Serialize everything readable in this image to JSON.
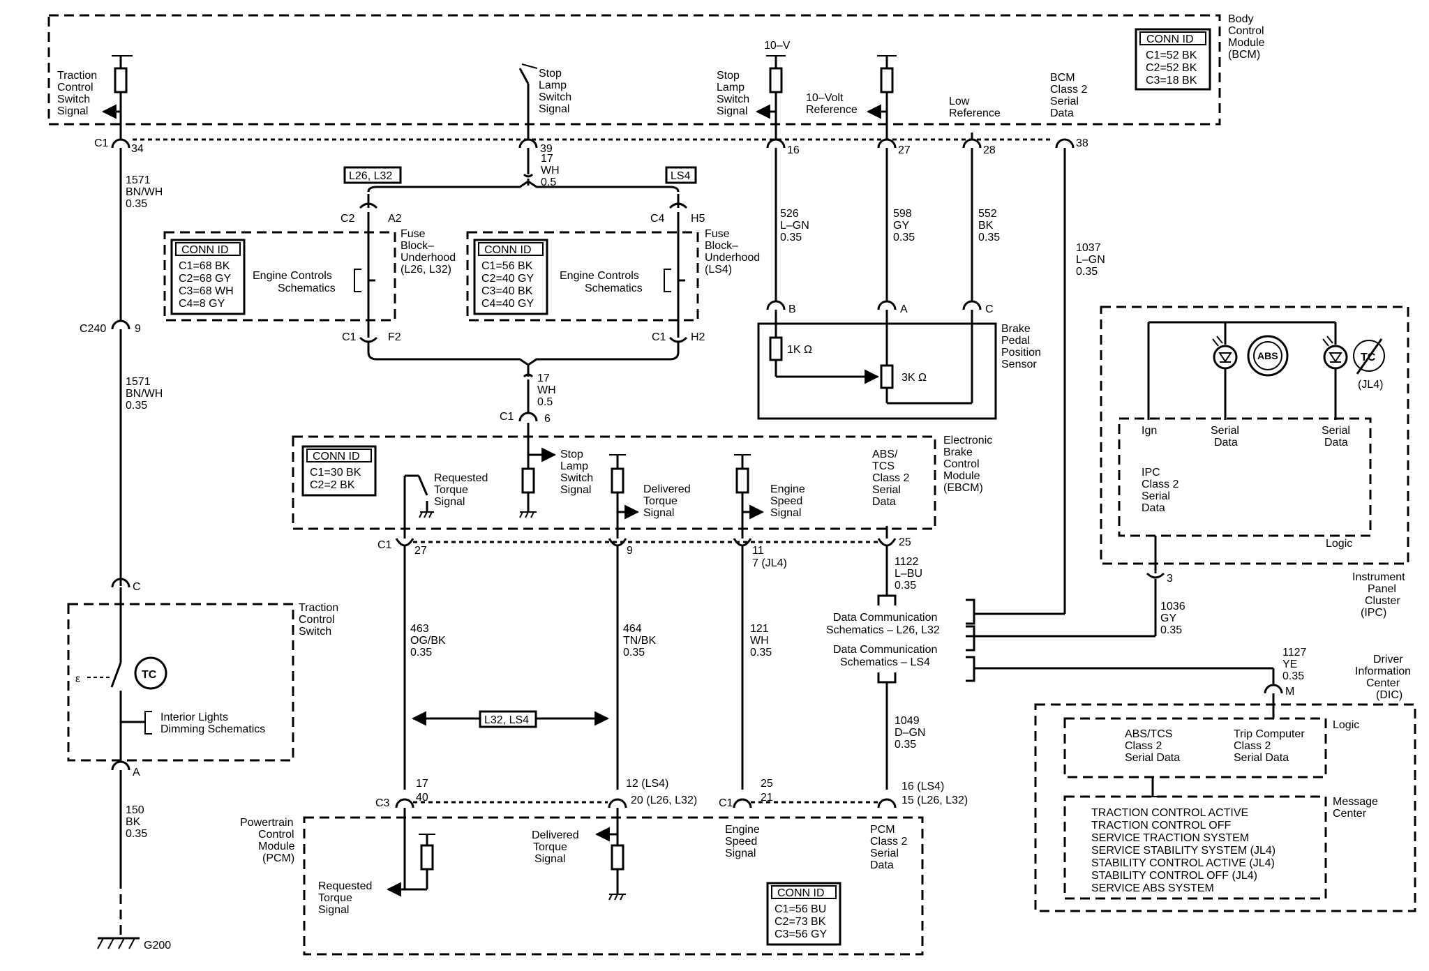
{
  "bcm": {
    "name": [
      "Body",
      "Control",
      "Module",
      "(BCM)"
    ],
    "conn_title": "CONN ID",
    "conn": [
      "C1=52 BK",
      "C2=52 BK",
      "C3=18 BK"
    ],
    "tcs_signal": [
      "Traction",
      "Control",
      "Switch",
      "Signal"
    ],
    "stop_lamp": [
      "Stop",
      "Lamp",
      "Switch",
      "Signal"
    ],
    "stop_lamp2": [
      "Stop",
      "Lamp",
      "Switch",
      "Signal"
    ],
    "ten_v": "10–V",
    "ten_v_ref": [
      "10–Volt",
      "Reference"
    ],
    "low_ref": [
      "Low",
      "Reference"
    ],
    "serial": [
      "BCM",
      "Class 2",
      "Serial",
      "Data"
    ],
    "c1": "C1",
    "pins": [
      "34",
      "39",
      "16",
      "27",
      "28",
      "38"
    ]
  },
  "wires": {
    "w1571a": [
      "1571",
      "BN/WH",
      "0.35"
    ],
    "w1571b": [
      "1571",
      "BN/WH",
      "0.35"
    ],
    "w17a": [
      "17",
      "WH",
      "0.5"
    ],
    "w17b": [
      "17",
      "WH",
      "0.5"
    ],
    "w526": [
      "526",
      "L–GN",
      "0.35"
    ],
    "w598": [
      "598",
      "GY",
      "0.35"
    ],
    "w552": [
      "552",
      "BK",
      "0.35"
    ],
    "w1037": [
      "1037",
      "L–GN",
      "0.35"
    ],
    "w1122": [
      "1122",
      "L–BU",
      "0.35"
    ],
    "w1049": [
      "1049",
      "D–GN",
      "0.35"
    ],
    "w1036": [
      "1036",
      "GY",
      "0.35"
    ],
    "w1127": [
      "1127",
      "YE",
      "0.35"
    ],
    "w463": [
      "463",
      "OG/BK",
      "0.35"
    ],
    "w464": [
      "464",
      "TN/BK",
      "0.35"
    ],
    "w121": [
      "121",
      "WH",
      "0.35"
    ],
    "w150": [
      "150",
      "BK",
      "0.35"
    ]
  },
  "fuse": {
    "opt1": "L26, L32",
    "opt2": "LS4",
    "conn_title": "CONN ID",
    "conn1": [
      "C1=68 BK",
      "C2=68 GY",
      "C3=68 WH",
      "C4=8 GY"
    ],
    "conn2": [
      "C1=56 BK",
      "C2=40 GY",
      "C3=40 BK",
      "C4=40 GY"
    ],
    "engine1": [
      "Engine Controls",
      "Schematics"
    ],
    "engine2": [
      "Engine Controls",
      "Schematics"
    ],
    "label1": [
      "Fuse",
      "Block–",
      "Underhood",
      "(L26, L32)"
    ],
    "label2": [
      "Fuse",
      "Block–",
      "Underhood",
      "(LS4)"
    ],
    "c2": "C2",
    "a2": "A2",
    "c4": "C4",
    "h5": "H5",
    "c1a": "C1",
    "f2": "F2",
    "c1b": "C1",
    "h2": "H2"
  },
  "c240": {
    "conn": "C240",
    "pin": "9"
  },
  "bpp": {
    "name": [
      "Brake",
      "Pedal",
      "Position",
      "Sensor"
    ],
    "pins": [
      "B",
      "A",
      "C"
    ],
    "r1": "1K Ω",
    "r2": "3K Ω"
  },
  "ipc": {
    "ign": "Ign",
    "serial1": [
      "Serial",
      "Data"
    ],
    "serial2": [
      "Serial",
      "Data"
    ],
    "abs": "ABS",
    "tc": "TC",
    "jl4": "(JL4)",
    "class2": [
      "IPC",
      "Class 2",
      "Serial",
      "Data"
    ],
    "logic": "Logic",
    "name": [
      "Instrument",
      "Panel",
      "Cluster",
      "(IPC)"
    ],
    "pin": "3"
  },
  "ebcm": {
    "conn_title": "CONN ID",
    "conn": [
      "C1=30 BK",
      "C2=2 BK"
    ],
    "name": [
      "Electronic",
      "Brake",
      "Control",
      "Module",
      "(EBCM)"
    ],
    "c1_top": "C1",
    "pin_top": "6",
    "stop_lamp": [
      "Stop",
      "Lamp",
      "Switch",
      "Signal"
    ],
    "req_torque": [
      "Requested",
      "Torque",
      "Signal"
    ],
    "del_torque": [
      "Delivered",
      "Torque",
      "Signal"
    ],
    "eng_speed": [
      "Engine",
      "Speed",
      "Signal"
    ],
    "abs_tcs": [
      "ABS/",
      "TCS",
      "Class 2",
      "Serial",
      "Data"
    ],
    "c1": "C1",
    "pins": [
      "27",
      "9",
      "11",
      "7 (JL4)",
      "25"
    ]
  },
  "datacomm": {
    "a": [
      "Data Communication",
      "Schematics – L26, L32"
    ],
    "b": [
      "Data Communication",
      "Schematics – LS4"
    ]
  },
  "tcs": {
    "name": [
      "Traction",
      "Control",
      "Switch"
    ],
    "icon": "TC",
    "pin_c": "C",
    "pin_a": "A",
    "interior": [
      "Interior Lights",
      "Dimming Schematics"
    ]
  },
  "l32ls4": "L32, LS4",
  "pcm": {
    "name": [
      "Powertrain",
      "Control",
      "Module",
      "(PCM)"
    ],
    "c3": "C3",
    "c1": "C1",
    "pins_c3": [
      "17",
      "40"
    ],
    "pins_12": [
      "12 (LS4)",
      "20 (L26, L32)"
    ],
    "pins_c1": [
      "25",
      "21"
    ],
    "pins_16": [
      "16 (LS4)",
      "15 (L26, L32)"
    ],
    "req_torque": [
      "Requested",
      "Torque",
      "Signal"
    ],
    "del_torque": [
      "Delivered",
      "Torque",
      "Signal"
    ],
    "eng_speed": [
      "Engine",
      "Speed",
      "Signal"
    ],
    "class2": [
      "PCM",
      "Class 2",
      "Serial",
      "Data"
    ],
    "conn_title": "CONN ID",
    "conn": [
      "C1=56 BU",
      "C2=73 BK",
      "C3=56 GY"
    ]
  },
  "ground": "G200",
  "dic": {
    "name": [
      "Driver",
      "Information",
      "Center",
      "(DIC)"
    ],
    "pin": "M",
    "logic": "Logic",
    "abs": [
      "ABS/TCS",
      "Class 2",
      "Serial Data"
    ],
    "trip": [
      "Trip Computer",
      "Class 2",
      "Serial Data"
    ],
    "msg_label": [
      "Message",
      "Center"
    ],
    "messages": [
      "TRACTION CONTROL ACTIVE",
      "TRACTION CONTROL OFF",
      "SERVICE TRACTION SYSTEM",
      "SERVICE STABILITY SYSTEM (JL4)",
      "STABILITY CONTROL ACTIVE (JL4)",
      "STABILITY CONTROL OFF (JL4)",
      "SERVICE ABS SYSTEM"
    ]
  }
}
